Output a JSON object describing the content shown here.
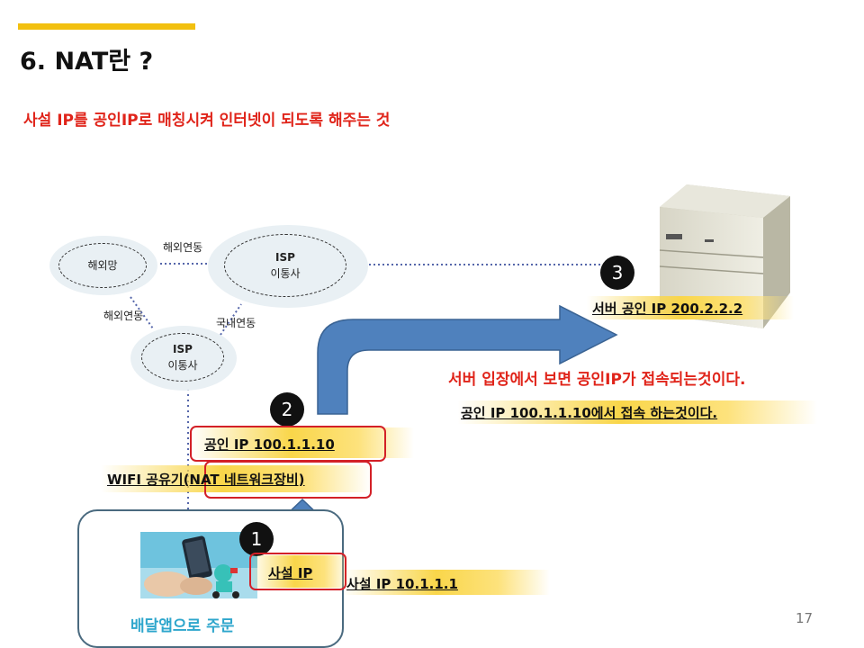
{
  "title": "6. NAT란 ?",
  "subtitle": "사설 IP를 공인IP로 매칭시켜 인터넷이 되도록 해주는 것",
  "clouds": {
    "overseas": "해외망",
    "isp_top_line1": "ISP",
    "isp_top_line2": "이통사",
    "isp_bottom_line1": "ISP",
    "isp_bottom_line2": "이통사"
  },
  "links": {
    "overseas_top": "해외연동",
    "overseas_left": "해외연동",
    "domestic": "국내연동"
  },
  "badges": {
    "one": "1",
    "two": "2",
    "three": "3"
  },
  "server_label": "서버 공인 IP 200.2.2.2",
  "server_view_red": "서버 입장에서 보면 공인IP가 접속되는것이다.",
  "server_view_black": "공인 IP 100.1.1.10에서 접속 하는것이다.",
  "public_ip_label": "공인 IP  100.1.1.10",
  "router_label": "WIFI 공유기(NAT 네트워크장비)",
  "private_ip_short": "사설 IP",
  "private_ip_full": "사설 IP  10.1.1.1",
  "order_label": "배달앱으로 주문",
  "page_number": "17",
  "colors": {
    "accent_bar": "#f2c00f",
    "red": "#e0241a",
    "arrow_blue": "#4f81bd",
    "cyan_text": "#2ea6cc"
  }
}
